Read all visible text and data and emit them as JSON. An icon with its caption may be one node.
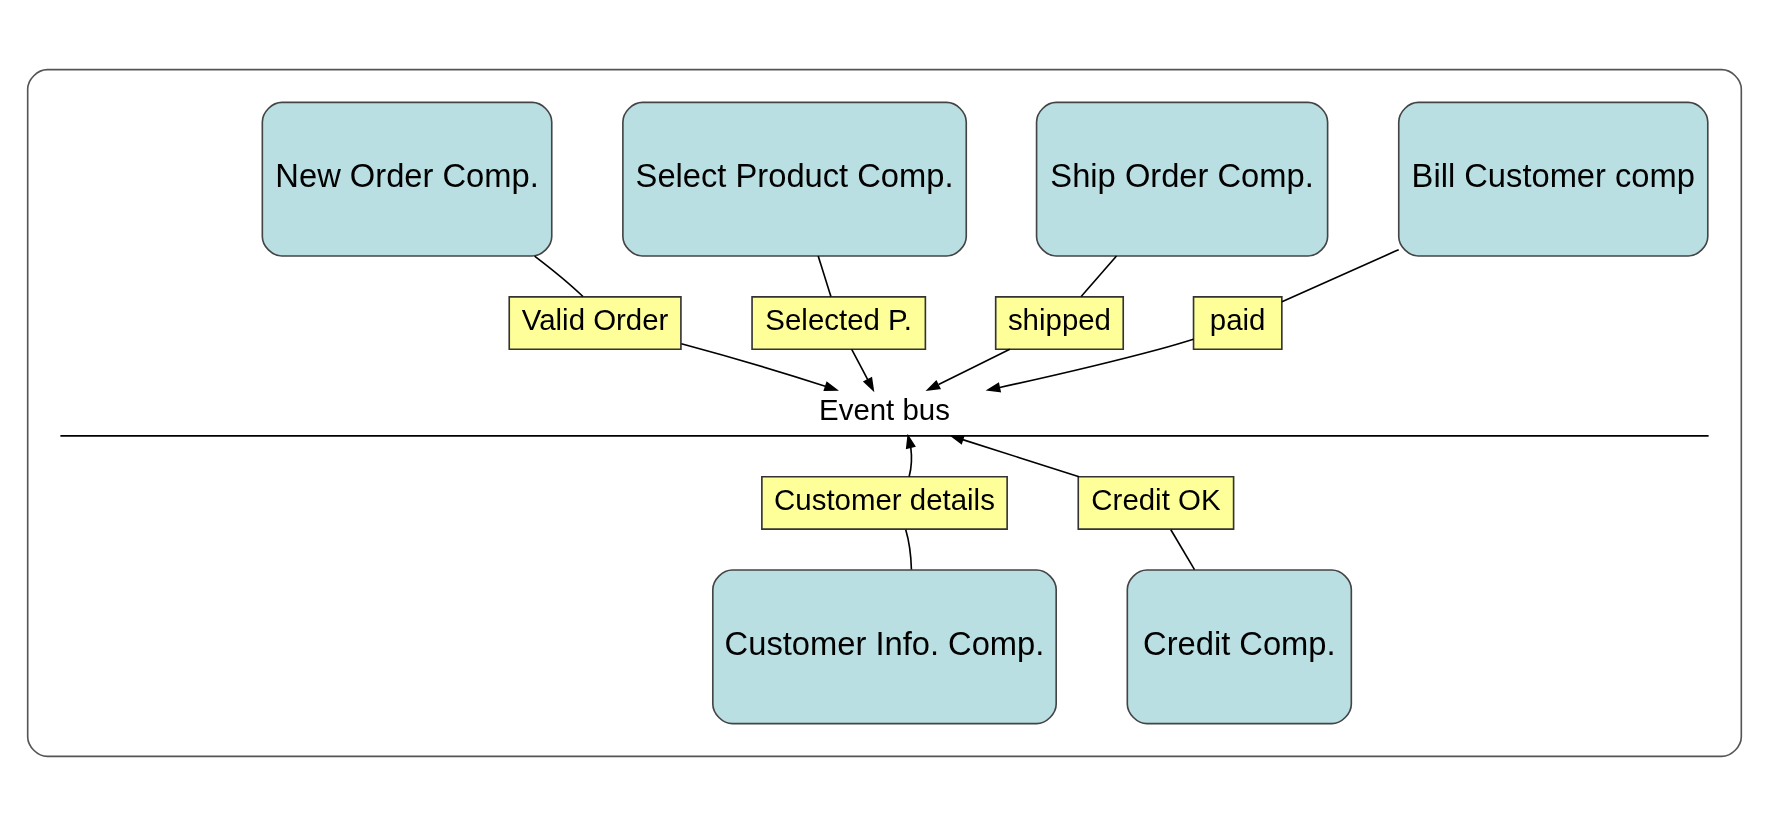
{
  "diagram": {
    "nodes": [
      {
        "text": [],
        "shape": "box"
      },
      {
        "text": [
          "New Order Comp."
        ],
        "in": 0
      },
      {
        "text": [
          "Valid Order"
        ],
        "in": 0
      },
      {
        "text": [
          "Select Product Comp."
        ],
        "in": 0
      },
      {
        "text": [
          "Selected P."
        ],
        "in": 0
      },
      {
        "text": [
          "Ship Order Comp."
        ],
        "in": 0
      },
      {
        "text": [
          "shipped"
        ],
        "in": 0
      },
      {
        "text": [
          "Bill Customer comp"
        ],
        "in": 0
      },
      {
        "text": [
          "paid"
        ],
        "in": 0
      },
      {
        "text": [
          "Event bus"
        ],
        "in": 0
      },
      {
        "text": [
          "Customer details"
        ],
        "in": 0
      },
      {
        "text": [
          "Customer Info. Comp."
        ],
        "in": 0
      },
      {
        "text": [
          "Credit OK"
        ],
        "in": 0
      },
      {
        "text": [
          "Credit Comp."
        ],
        "in": 0
      }
    ],
    "edges": [
      {
        "from": 1,
        "to": 2,
        "arrow": "none"
      },
      {
        "from": 2,
        "to": 9,
        "arrow": "to"
      },
      {
        "from": 3,
        "to": 4,
        "arrow": "none"
      },
      {
        "from": 4,
        "to": 9,
        "arrow": "to"
      },
      {
        "from": 5,
        "to": 6,
        "arrow": "none"
      },
      {
        "from": 6,
        "to": 9,
        "arrow": "to"
      },
      {
        "from": 7,
        "to": 8,
        "arrow": "none"
      },
      {
        "from": 8,
        "to": 9,
        "arrow": "to"
      },
      {
        "from": 11,
        "to": 10,
        "arrow": "none"
      },
      {
        "from": 10,
        "to": 9,
        "arrow": "to"
      },
      {
        "from": 13,
        "to": 12,
        "arrow": "none"
      },
      {
        "from": 12,
        "to": 9,
        "arrow": "to"
      }
    ]
  }
}
